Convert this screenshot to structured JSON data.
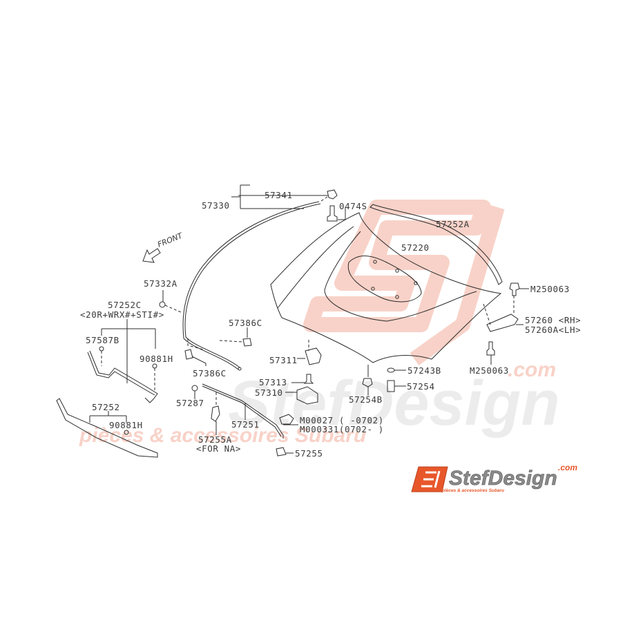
{
  "diagram": {
    "title": "Subaru hood parts diagram",
    "front_indicator": "FRONT",
    "labels": {
      "p57341": "57341",
      "p57330": "57330",
      "p0474s": "0474S",
      "p57252a": "57252A",
      "p57220": "57220",
      "m250063_top": "M250063",
      "p57260": "57260 <RH>",
      "p57260a": "57260A<LH>",
      "m250063_bottom": "M250063",
      "p57332a": "57332A",
      "p57252c": "57252C",
      "p57252c_note": "<20R+WRX#+STI#>",
      "p57587b": "57587B",
      "p90881h_a": "90881H",
      "p57386c_a": "57386C",
      "p57386c_b": "57386C",
      "p57311": "57311",
      "p57313": "57313",
      "p57310": "57310",
      "p57243b": "57243B",
      "p57254": "57254",
      "p57254b": "57254B",
      "p57287": "57287",
      "p57251": "57251",
      "p57252": "57252",
      "p90881h_b": "90881H",
      "p57255a": "57255A",
      "p57255a_note": "<FOR NA>",
      "m00027": "M00027 (    -0702)",
      "m000331": "M000331(0702-    )",
      "p57255": "57255"
    }
  },
  "watermark": {
    "brand": "StefDesign",
    "tld": ".com",
    "tagline": "pièces & accessoires Subaru",
    "color_red": "#f6c8bd",
    "color_gray": "#e6e6e6"
  },
  "logo": {
    "badge": "SJ",
    "name": "StefDesign",
    "tld": ".com",
    "tagline": "pièces & accessoires Subaru",
    "accent": "#e8572a",
    "text_color": "#8a8a8a"
  }
}
